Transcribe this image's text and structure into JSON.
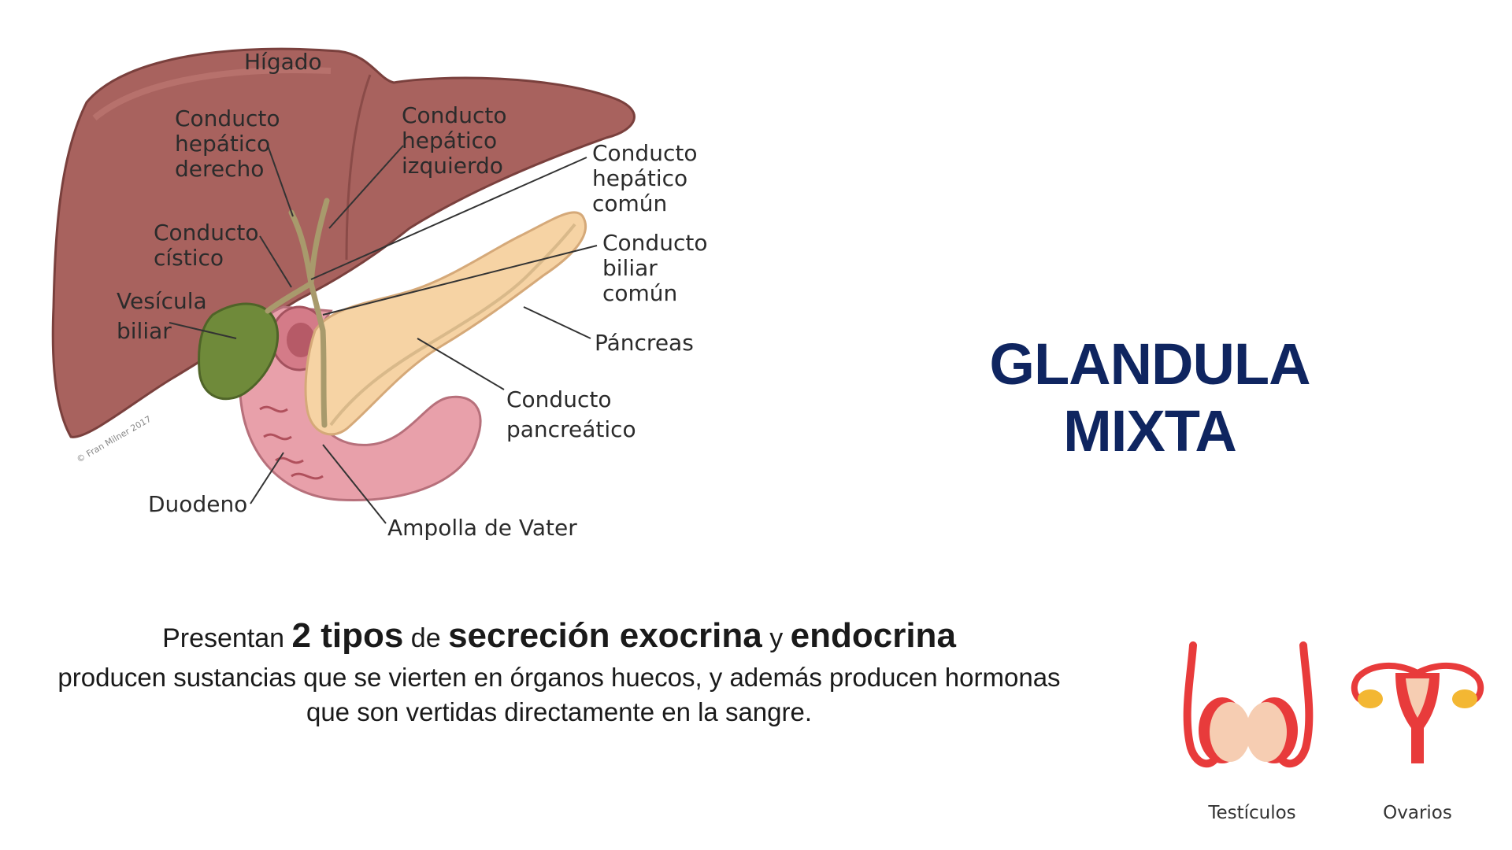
{
  "diagram": {
    "labels": {
      "higado": "Hígado",
      "hep_derecho": [
        "Conducto",
        "hepático",
        "derecho"
      ],
      "hep_izquierdo": [
        "Conducto",
        "hepático",
        "izquierdo"
      ],
      "hep_comun": [
        "Conducto",
        "hepático",
        "común"
      ],
      "cistico": [
        "Conducto",
        "cístico"
      ],
      "biliar_comun": [
        "Conducto",
        "biliar",
        "común"
      ],
      "vesicula": [
        "Vesícula",
        "biliar"
      ],
      "pancreas": "Páncreas",
      "pancreatico": [
        "Conducto",
        "pancreático"
      ],
      "duodeno": "Duodeno",
      "ampolla": "Ampolla de Vater"
    },
    "credit": "© Fran Milner 2017",
    "colors": {
      "liver": "#a8625e",
      "liver_dark": "#8a4b48",
      "gallbladder": "#6f8a3a",
      "pancreas": "#f6d3a4",
      "duodenum": "#e8a0aa",
      "ducts": "#a89a6c"
    }
  },
  "title": "GLANDULA MIXTA",
  "description": {
    "line1": {
      "a": "Presentan",
      "b": "2 tipos",
      "c": "de",
      "d": "secreción exocrina",
      "e": "y",
      "f": "endocrina"
    },
    "line2": "producen sustancias que se vierten en órganos huecos, y además producen hormonas",
    "line3": "que son vertidas directamente en la sangre."
  },
  "organs": {
    "testes_label": "Testículos",
    "ovaries_label": "Ovarios",
    "testes_icon": "testes-icon",
    "ovaries_icon": "uterus-ovaries-icon",
    "colors": {
      "red": "#e83b3b",
      "peach": "#f6cdb2",
      "yellow": "#f3b733"
    }
  }
}
